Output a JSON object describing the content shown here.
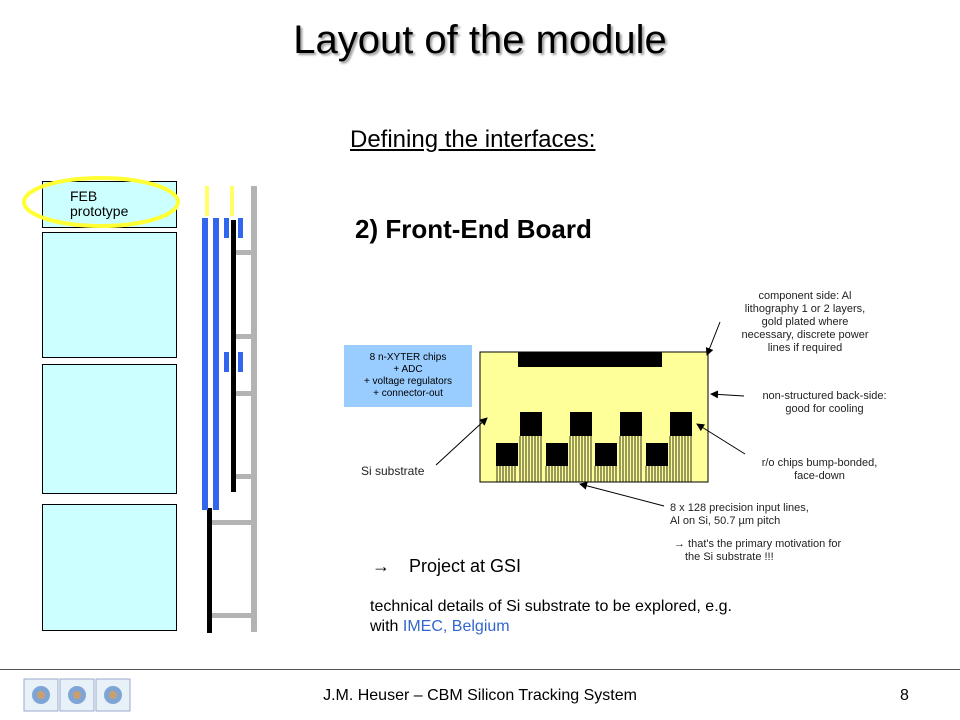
{
  "title": "Layout of the module",
  "subtitle": "Defining the interfaces:",
  "heading": "2) Front-End Board",
  "module": {
    "feb_label_line1": "FEB",
    "feb_label_line2": "prototype"
  },
  "board": {
    "chips_box": [
      "8 n-XYTER chips",
      "+ ADC",
      "+ voltage regulators",
      "+ connector-out"
    ],
    "component_side": [
      "component side: Al",
      "lithography 1 or 2 layers,",
      "gold plated where",
      "necessary, discrete power",
      "lines if required"
    ],
    "back_side": [
      "non-structured back-side:",
      "good for cooling"
    ],
    "ro_chips": [
      "r/o chips bump-bonded,",
      "face-down"
    ],
    "si_substrate": "Si substrate",
    "input_lines": [
      "8 x 128 precision input lines,",
      "Al on Si, 50.7 µm pitch"
    ],
    "motivation": [
      "→ that's the primary motivation for",
      "the Si substrate !!!"
    ]
  },
  "project": {
    "arrow": "→",
    "label": "Project at GSI",
    "details_prefix": "technical details of Si substrate to be explored, e.g. with ",
    "details_link": "IMEC, Belgium"
  },
  "footer": {
    "text": "J.M. Heuser – CBM Silicon Tracking System",
    "page": "8"
  },
  "colors": {
    "cell_fill": "#ccffff",
    "board_fill": "#ffff99",
    "blue_cable": "#3366ee",
    "info_box": "#99ccff",
    "highlight_ellipse": "#ffff33",
    "accent_text": "#3366cc"
  }
}
